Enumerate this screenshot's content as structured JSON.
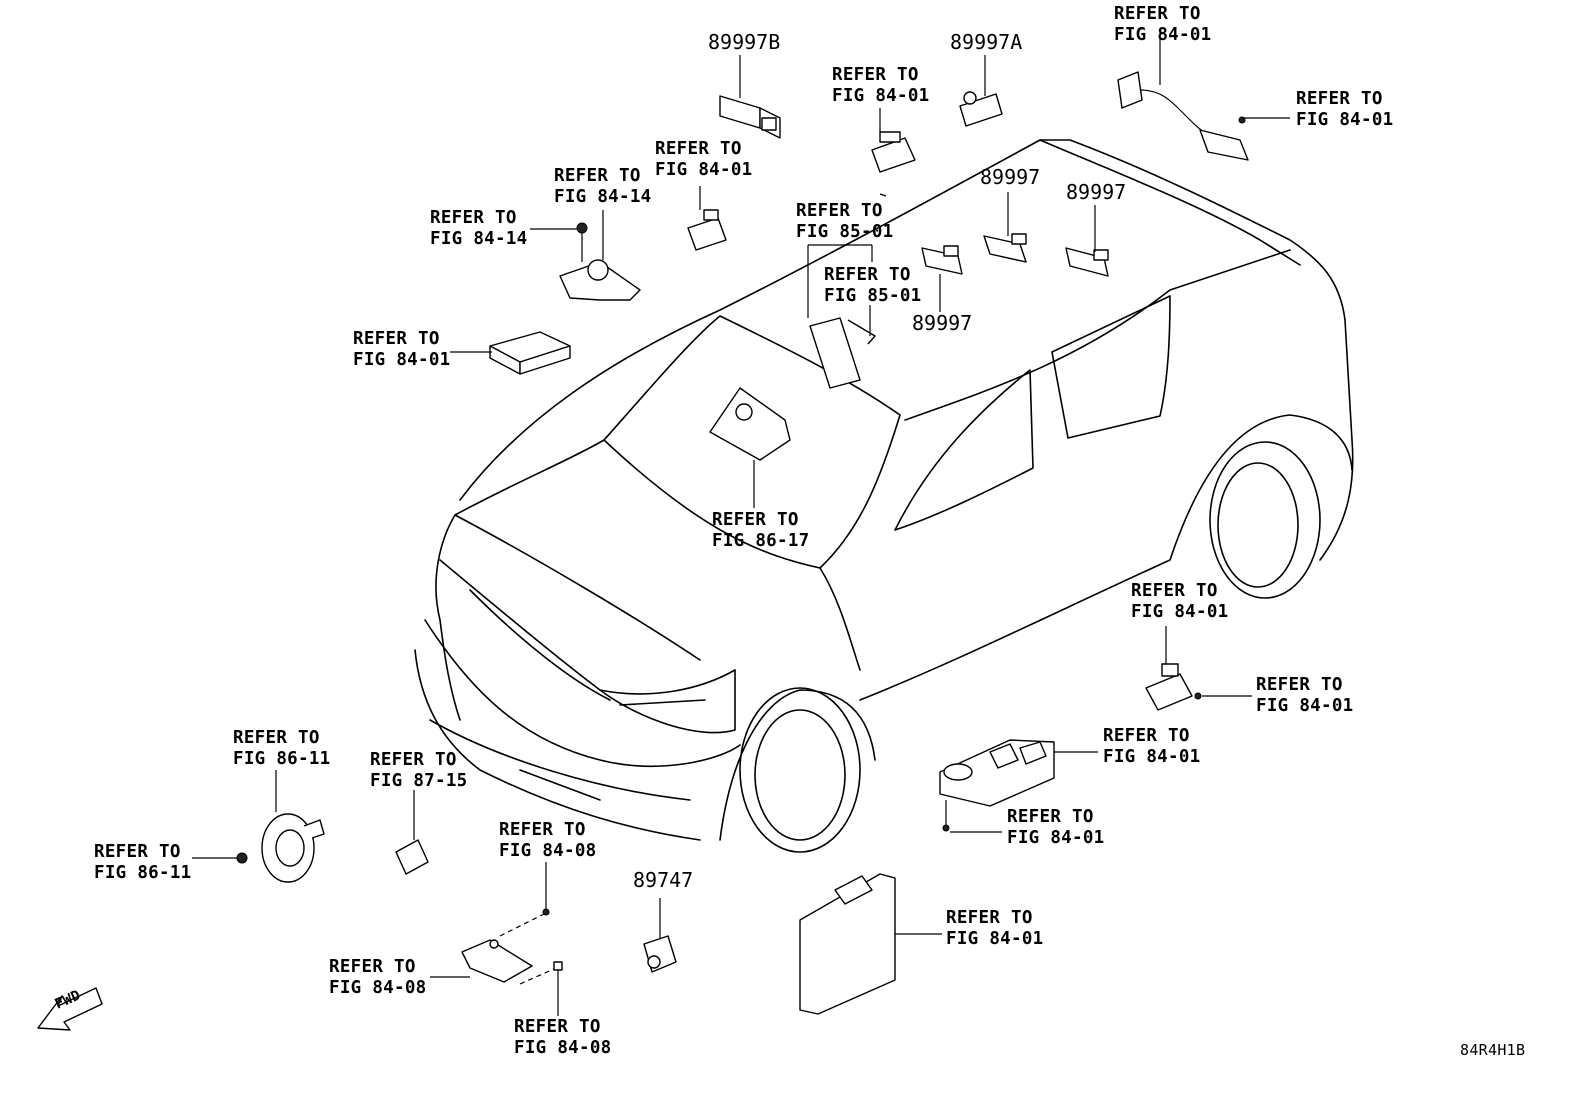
{
  "labels": {
    "p89997B": "89997B",
    "p89997A": "89997A",
    "p89997_a": "89997",
    "p89997_b": "89997",
    "p89997_c": "89997",
    "p89747": "89747",
    "refer_to": "REFER TO",
    "fig_84_01": "FIG 84-01",
    "fig_84_14": "FIG 84-14",
    "fig_85_01": "FIG 85-01",
    "fig_86_17": "FIG 86-17",
    "fig_86_11": "FIG 86-11",
    "fig_87_15": "FIG 87-15",
    "fig_84_08": "FIG 84-08",
    "fwd": "FWD",
    "diagram_code": "84R4H1B"
  }
}
